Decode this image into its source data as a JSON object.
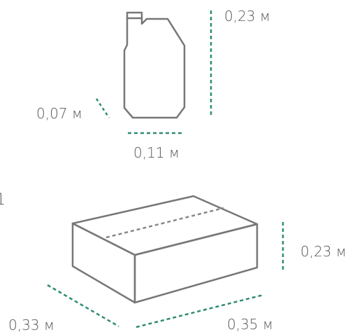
{
  "canister": {
    "height_label": "0,23 м",
    "depth_label": "0,07 м",
    "width_label": "0,11 м"
  },
  "box": {
    "edge_label": "1",
    "height_label": "0,23 м",
    "depth_label": "0,33 м",
    "width_label": "0,35 м"
  },
  "colors": {
    "outline": "#777777",
    "dimension_line": "#2e8b72",
    "label_text": "#555555"
  }
}
